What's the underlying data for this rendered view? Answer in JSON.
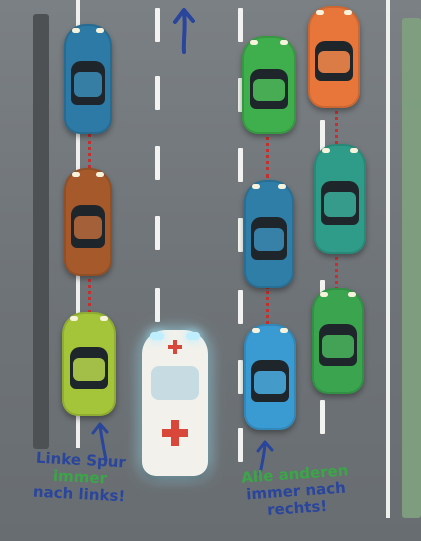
{
  "left_caption": {
    "line1": "Linke Spur",
    "line2": "immer",
    "line3": "nach links!"
  },
  "right_caption": {
    "line1": "Alle anderen",
    "line2": "immer nach",
    "line3": "rechts!"
  },
  "colors": {
    "road": "#707579",
    "caption_blue": "#29459c",
    "caption_green": "#3aa647",
    "chain_red": "#c5302f",
    "ambulance_cross": "#d9463a"
  },
  "icons": {
    "direction_arrow": "arrow-up-icon",
    "left_pointer": "arrow-up-curved-icon",
    "right_pointer": "arrow-up-curved-icon"
  }
}
